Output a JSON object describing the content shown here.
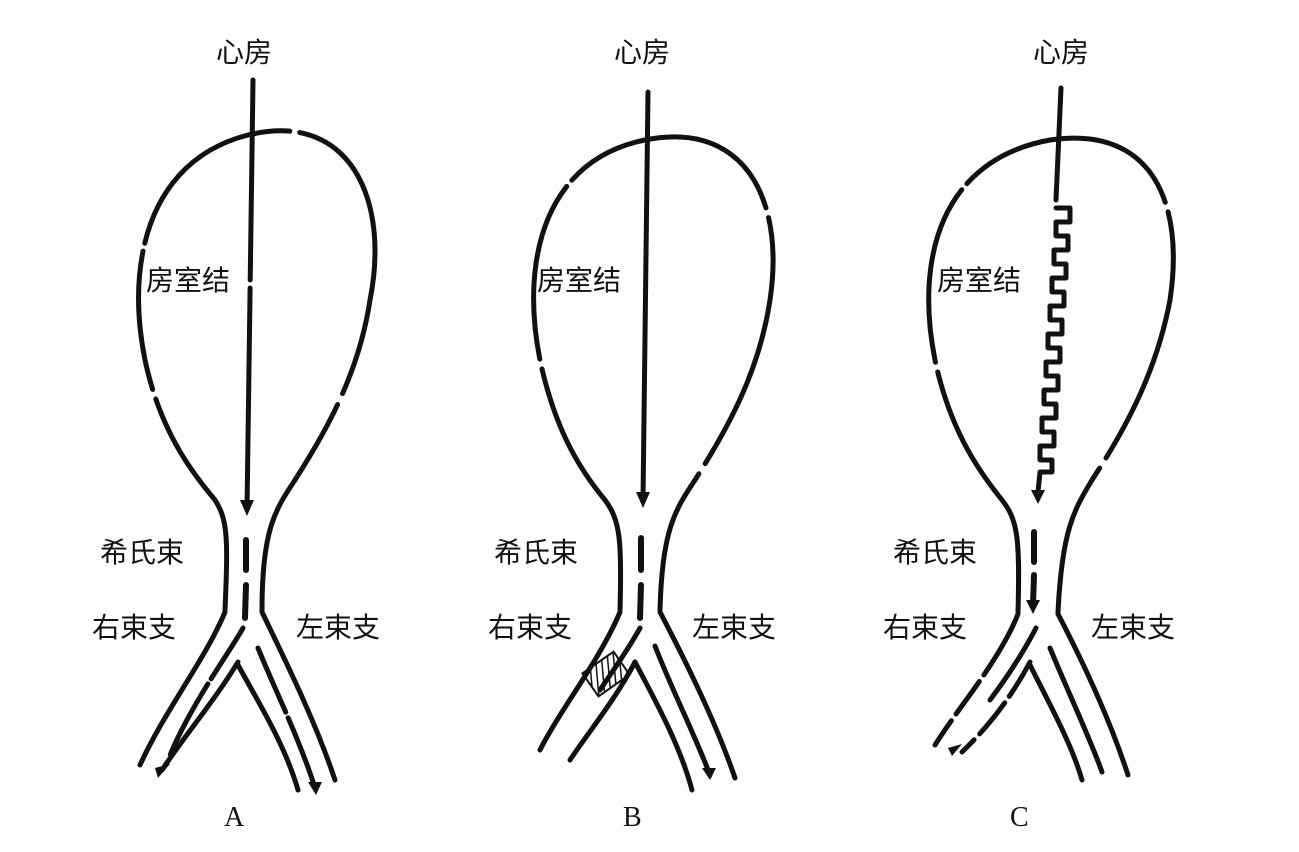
{
  "colors": {
    "ink": "#111111",
    "background": "#ffffff"
  },
  "panels": [
    {
      "id": "A",
      "caption": "A",
      "label_atrium": "心房",
      "label_av_node": "房室结",
      "label_his_bundle": "希氏束",
      "label_right_bundle_branch": "右束支",
      "label_left_bundle_branch": "左束支"
    },
    {
      "id": "B",
      "caption": "B",
      "label_atrium": "心房",
      "label_av_node": "房室结",
      "label_his_bundle": "希氏束",
      "label_right_bundle_branch": "右束支",
      "label_left_bundle_branch": "左束支"
    },
    {
      "id": "C",
      "caption": "C",
      "label_atrium": "心房",
      "label_av_node": "房室结",
      "label_his_bundle": "希氏束",
      "label_right_bundle_branch": "右束支",
      "label_left_bundle_branch": "左束支"
    }
  ]
}
